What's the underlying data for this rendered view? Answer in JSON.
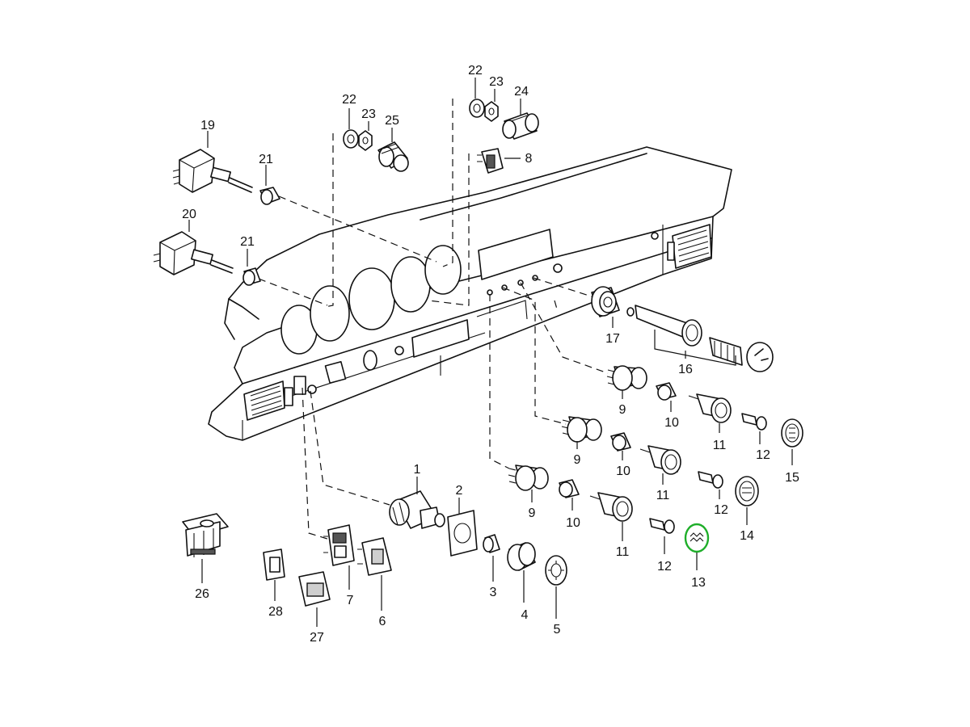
{
  "highlight_color": "#1fae2a",
  "labels": {
    "p1": "1",
    "p2": "2",
    "p3": "3",
    "p4": "4",
    "p5": "5",
    "p6": "6",
    "p7": "7",
    "p8": "8",
    "p9a": "9",
    "p9b": "9",
    "p9c": "9",
    "p10a": "10",
    "p10b": "10",
    "p10c": "10",
    "p11a": "11",
    "p11b": "11",
    "p11c": "11",
    "p12a": "12",
    "p12b": "12",
    "p12c": "12",
    "p13": "13",
    "p14": "14",
    "p15": "15",
    "p16": "16",
    "p17": "17",
    "p19": "19",
    "p20": "20",
    "p21a": "21",
    "p21b": "21",
    "p22a": "22",
    "p22b": "22",
    "p23a": "23",
    "p23b": "23",
    "p24": "24",
    "p25": "25",
    "p26": "26",
    "p27": "27",
    "p28": "28"
  }
}
